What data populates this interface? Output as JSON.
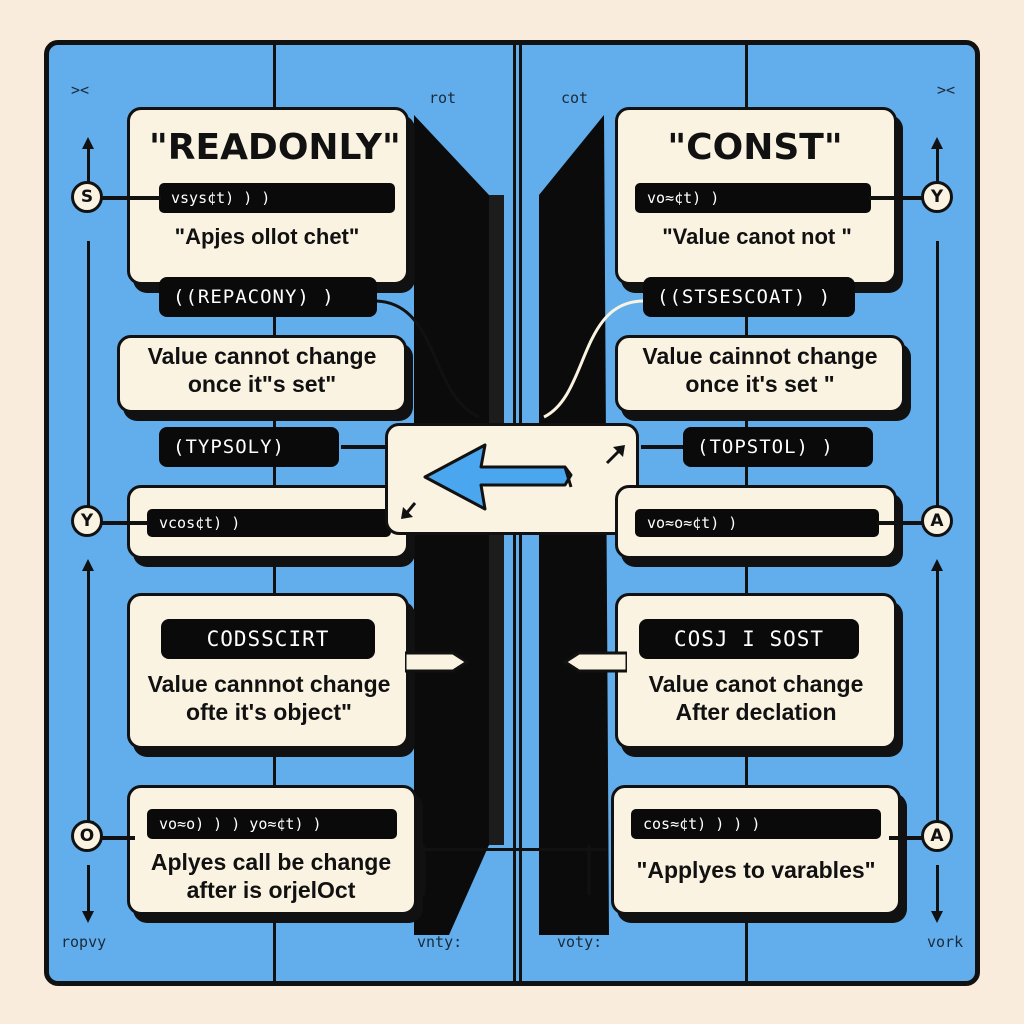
{
  "corners": {
    "top_left": "><",
    "top_mid_left": "rot",
    "top_mid_right": "cot",
    "top_right": "><",
    "bottom_left": "ropvy",
    "bottom_mid_left": "vnty:",
    "bottom_mid_right": "voty:",
    "bottom_right": "vork"
  },
  "left": {
    "title": "\"READONLY\"",
    "title_code": "vsys¢t) )        )",
    "title_desc": "\"Apjes ollot  chet\"",
    "pill1": "((REPACONY) )",
    "desc1_line1": "Value cannot change",
    "desc1_line2": "once it\"s set\"",
    "pill2": "(TYPSOLY)",
    "code2": "vcos¢t) )",
    "banner": "CODSSCIRT",
    "desc3_line1": "Value cannnot change",
    "desc3_line2": "ofte it's object\"",
    "code4": "vo≈o) ) ) yo≈¢t) )",
    "desc4_line1": "Aplyes call be change",
    "desc4_line2": "after is orjelOct",
    "nodes": [
      "S",
      "Y",
      "O"
    ]
  },
  "right": {
    "title": "\"CONST\"",
    "title_code": "vo≈¢t) )",
    "title_desc": "\"Value canot  not \"",
    "pill1": "((STSESCOAT) )",
    "desc1_line1": "Value cainnot  change",
    "desc1_line2": "once it's set \"",
    "pill2": "(TOPSTOL) )",
    "code2": "vo≈o≈¢t)       )",
    "banner": "COSJ I SOST",
    "desc3_line1": "Value canot change",
    "desc3_line2": "After declation",
    "code4": "cos≈¢t) ) )       )",
    "desc4_line1": "\"Applyes to varables\"",
    "nodes": [
      "Y",
      "A",
      "A"
    ]
  },
  "colors": {
    "panel": "#62aeec",
    "background": "#f9ecdc",
    "box": "#fbf3e2",
    "ink": "#111111",
    "arrow": "#4aa6ee"
  },
  "icons": [
    "left-arrow-icon",
    "small-arrow-icon"
  ]
}
